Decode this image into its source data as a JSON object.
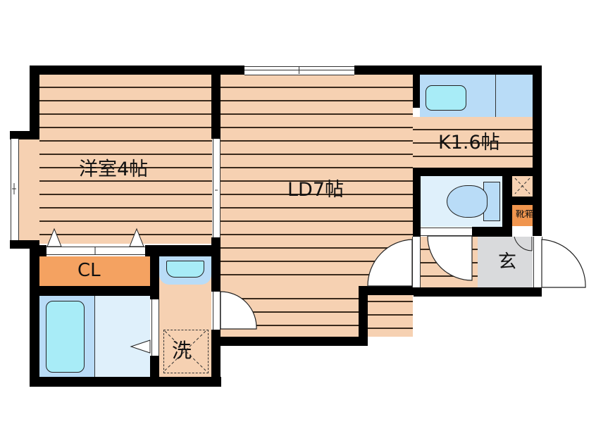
{
  "floorplan": {
    "rooms": {
      "western_room": {
        "label": "洋室4帖"
      },
      "living_dining": {
        "label": "LD7帖"
      },
      "kitchen": {
        "label": "K1.6帖"
      },
      "closet": {
        "label": "CL"
      },
      "washer": {
        "label": "洗"
      },
      "entrance": {
        "label": "玄"
      },
      "shoe_box": {
        "label": "靴箱"
      }
    },
    "colors": {
      "wall": "#000000",
      "wood_floor": "#f6d1b2",
      "floor_line": "#3a2a1c",
      "closet": "#f4a261",
      "shoe_box": "#f0954e",
      "bath_wet": "#b9dcf7",
      "bath_light": "#dff0fb",
      "fixture": "#a8ecf7",
      "entrance": "#d9dadc"
    }
  }
}
